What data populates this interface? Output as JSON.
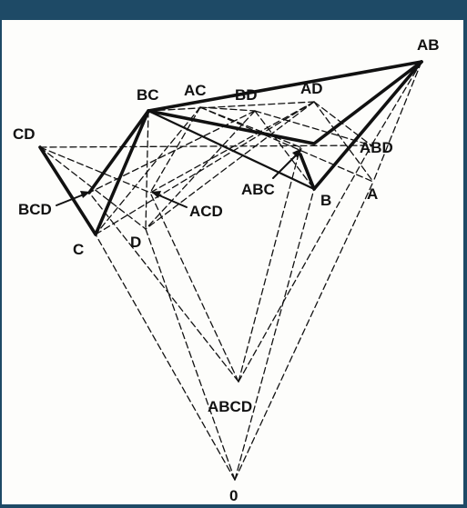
{
  "diagram": {
    "labels": {
      "O": "0",
      "A": "A",
      "B": "B",
      "C": "C",
      "D": "D",
      "AB": "AB",
      "AC": "AC",
      "AD": "AD",
      "BC": "BC",
      "BD": "BD",
      "CD": "CD",
      "ABC": "ABC",
      "ABD": "ABD",
      "ACD": "ACD",
      "BCD": "BCD",
      "ABCD": "ABCD"
    },
    "line_color": "#111111",
    "background_color": "#1e4a66",
    "paper_color": "#fdfdfb"
  }
}
